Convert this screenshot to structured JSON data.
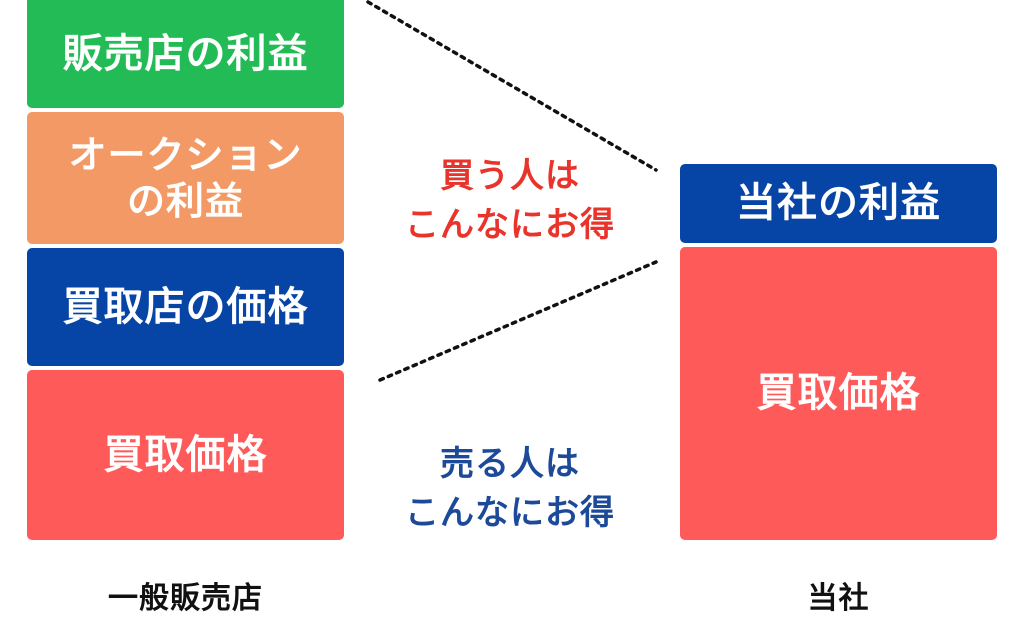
{
  "colors": {
    "green": "#22bb55",
    "orange": "#f29966",
    "blue": "#0645a6",
    "red": "#ff5a5a",
    "buyer_text": "#e8342b",
    "seller_text": "#1c4a99",
    "line": "#111111"
  },
  "left_column": {
    "caption": "一般販売店",
    "blocks": [
      {
        "label": "販売店の利益"
      },
      {
        "label": "オークション\nの利益"
      },
      {
        "label": "買取店の価格"
      },
      {
        "label": "買取価格"
      }
    ]
  },
  "right_column": {
    "caption": "当社",
    "blocks": [
      {
        "label": "当社の利益"
      },
      {
        "label": "買取価格"
      }
    ]
  },
  "benefits": {
    "buyer": "買う人は\nこんなにお得",
    "seller": "売る人は\nこんなにお得"
  }
}
